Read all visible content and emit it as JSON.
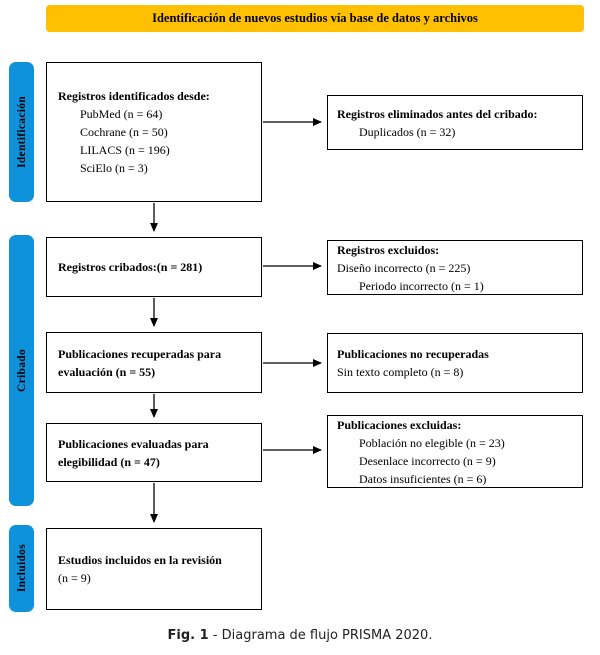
{
  "banner": {
    "label": "Identificación de nuevos estudios vía base de datos y archivos"
  },
  "stages": [
    {
      "label": "Identificación"
    },
    {
      "label": "Cribado"
    },
    {
      "label": "Incluidos"
    }
  ],
  "boxes": {
    "identified": {
      "title": "Registros identificados desde:",
      "items": [
        "PubMed (n = 64)",
        "Cochrane (n = 50)",
        "LILACS (n = 196)",
        "SciElo (n = 3)"
      ]
    },
    "screened": {
      "title": "Registros cribados:(n = 281)"
    },
    "retrieved": {
      "title": "Publicaciones recuperadas para evaluación (n = 55)"
    },
    "assessed": {
      "title": "Publicaciones evaluadas para elegibilidad (n = 47)"
    },
    "included": {
      "title": "Estudios incluidos en la revisión",
      "subtitle": "(n = 9)"
    },
    "removed_before_screening": {
      "title": "Registros eliminados antes del cribado:",
      "items": [
        "Duplicados (n = 32)"
      ]
    },
    "excluded_records": {
      "title": "Registros excluidos:",
      "items": [
        "Diseño incorrecto (n = 225)",
        "Periodo incorrecto (n = 1)"
      ]
    },
    "not_retrieved": {
      "title": "Publicaciones no recuperadas",
      "items": [
        "Sin texto completo (n = 8)"
      ]
    },
    "excluded_publications": {
      "title": "Publicaciones excluidas:",
      "items": [
        "Población no elegible (n = 23)",
        "Desenlace incorrecto (n = 9)",
        "Datos insuficientes (n = 6)"
      ]
    }
  },
  "caption": {
    "label": "Fig. 1",
    "text": " - Diagrama de flujo PRISMA 2020."
  },
  "colors": {
    "banner_bg": "#FFC000",
    "stage_bg": "#0E92DB",
    "arrow": "#000000"
  }
}
